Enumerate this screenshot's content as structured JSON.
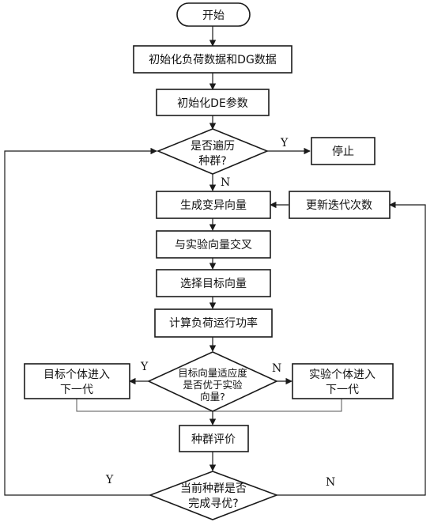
{
  "nodes": {
    "start": "开始",
    "init_load": "初始化负荷数据和DG数据",
    "init_de": "初始化DE参数",
    "check_all_1": "是否遍历",
    "check_all_2": "种群?",
    "stop": "停止",
    "mutate": "生成变异向量",
    "update_iter": "更新迭代次数",
    "crossover": "与实验向量交叉",
    "select": "选择目标向量",
    "compute_power": "计算负荷运行功率",
    "compare_1": "目标向量适应度",
    "compare_2": "是否优于实验",
    "compare_3": "向量?",
    "target_next_1": "目标个体进入",
    "target_next_2": "下一代",
    "trial_next_1": "实验个体进入",
    "trial_next_2": "下一代",
    "evaluate": "种群评价",
    "optimal_1": "当前种群是否",
    "optimal_2": "完成寻优?"
  },
  "edge_labels": {
    "check_yes": "Y",
    "check_no": "N",
    "compare_yes": "Y",
    "compare_no": "N",
    "optimal_yes": "Y",
    "optimal_no": "N"
  }
}
